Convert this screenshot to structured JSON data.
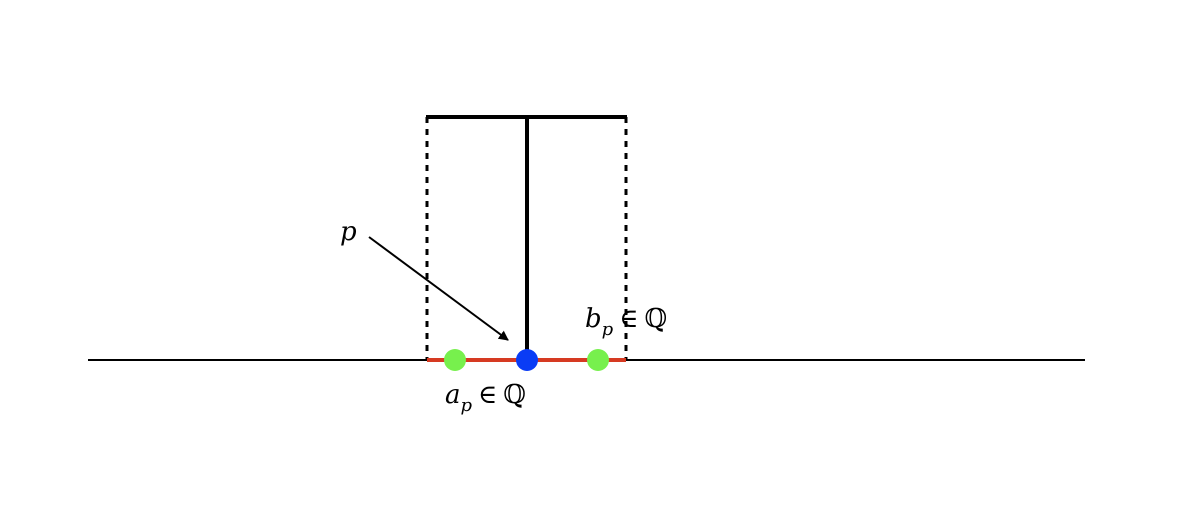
{
  "colors": {
    "stroke": "#000000",
    "interval": "#d63a22",
    "rational_points": "#77f04d",
    "point_p": "#0a3cf5",
    "background": "#ffffff"
  },
  "labels": {
    "p": {
      "symbol": "p"
    },
    "a_p": {
      "base": "a",
      "subscript": "p",
      "relation": "∈",
      "set": "ℚ"
    },
    "b_p": {
      "base": "b",
      "subscript": "p",
      "relation": "∈",
      "set": "ℚ"
    }
  }
}
